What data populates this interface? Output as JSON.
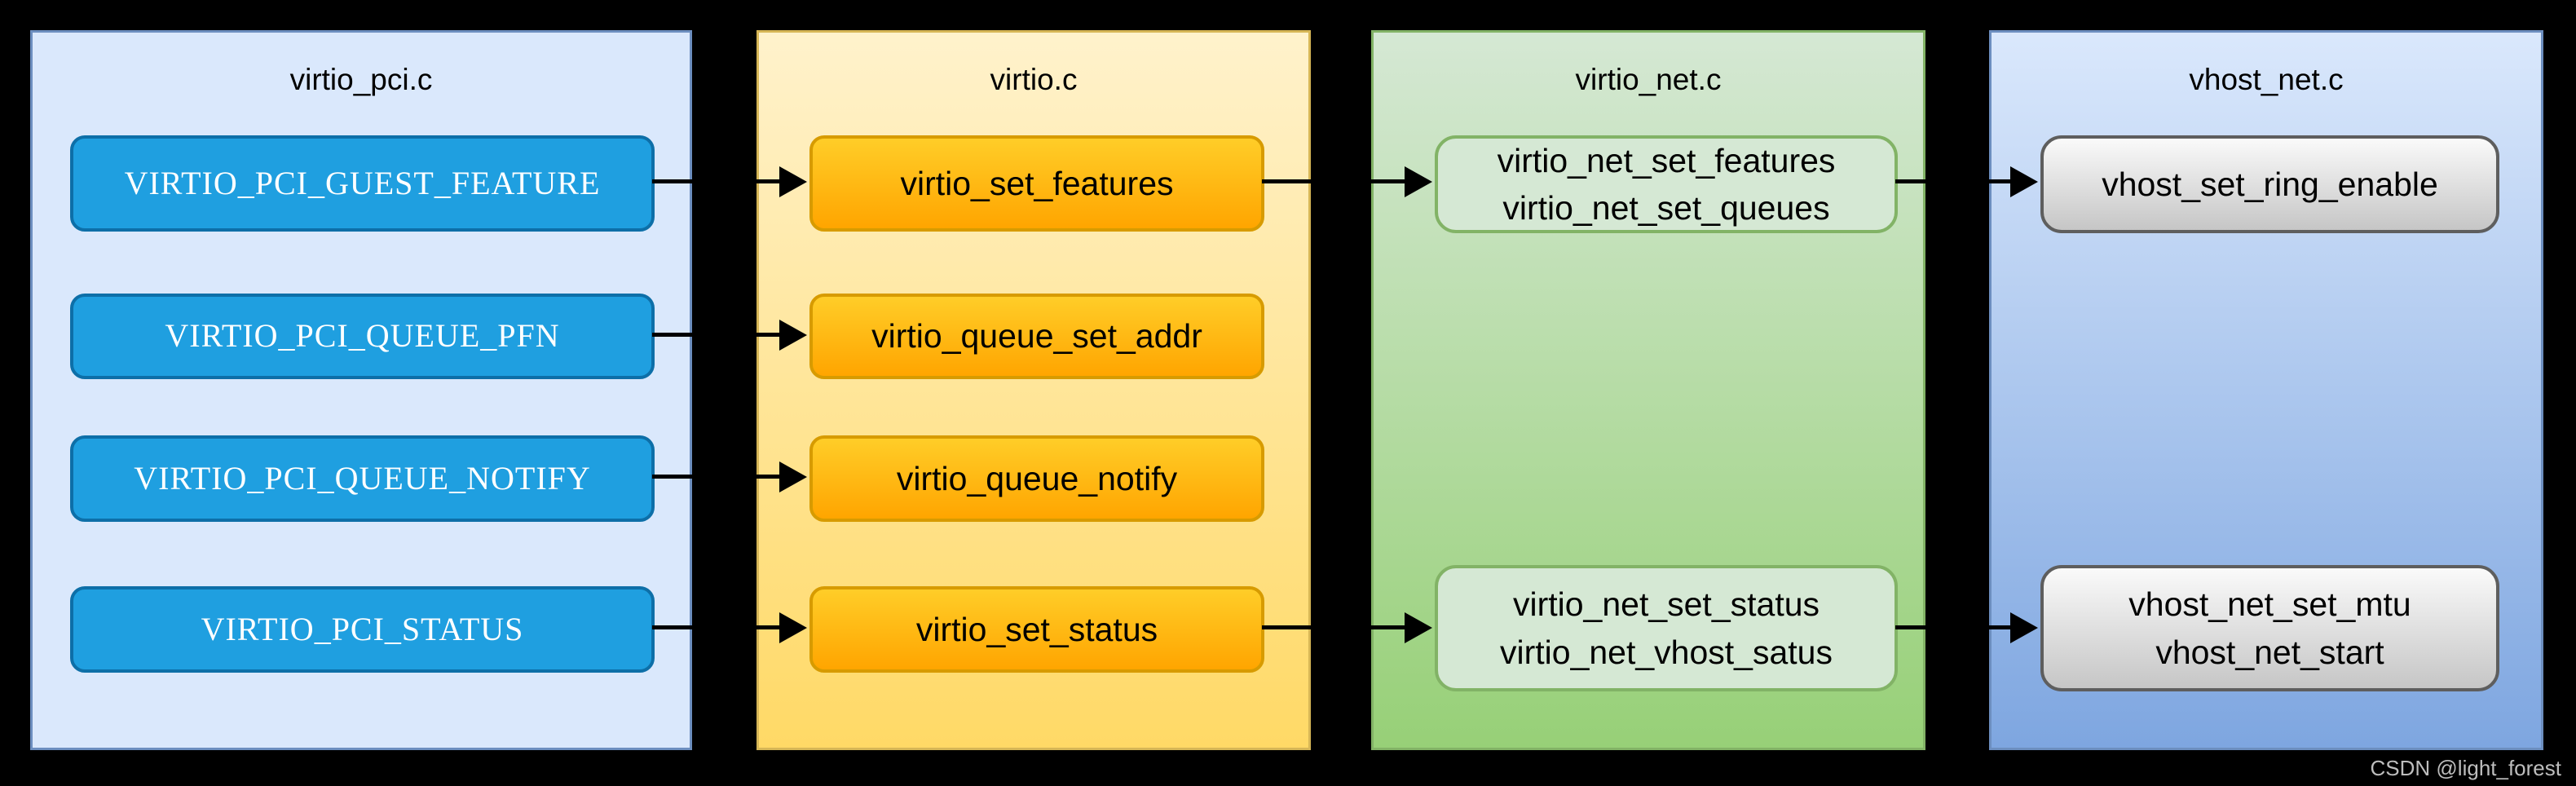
{
  "watermark": "CSDN @light_forest",
  "palette": {
    "canvas_bg": "#000000",
    "panel_blue_fill": "#dae8fc",
    "panel_blue_border": "#6c8ebf",
    "panel_yellow_fill_top": "#fff2cc",
    "panel_yellow_fill_bottom": "#ffd966",
    "panel_yellow_border": "#d6b656",
    "panel_green_fill_top": "#d5e8d4",
    "panel_green_fill_bottom": "#97d077",
    "panel_green_border": "#82b366",
    "panel_blue4_fill_bottom": "#7ea6e0",
    "node_blue_fill": "#1f9fe0",
    "node_blue_border": "#0d6fa8",
    "node_orange_fill_top": "#ffcd28",
    "node_orange_fill_bottom": "#ffa500",
    "node_orange_border": "#d79b00",
    "node_green_fill": "#d5e8d4",
    "node_green_border": "#82b366",
    "node_gray_border": "#5e5e5e",
    "arrow_color": "#000000"
  },
  "columns": [
    {
      "title": "virtio_pci.c",
      "boxes": [
        {
          "lines": [
            "VIRTIO_PCI_GUEST_FEATURE"
          ]
        },
        {
          "lines": [
            "VIRTIO_PCI_QUEUE_PFN"
          ]
        },
        {
          "lines": [
            "VIRTIO_PCI_QUEUE_NOTIFY"
          ]
        },
        {
          "lines": [
            "VIRTIO_PCI_STATUS"
          ]
        }
      ]
    },
    {
      "title": "virtio.c",
      "boxes": [
        {
          "lines": [
            "virtio_set_features"
          ]
        },
        {
          "lines": [
            "virtio_queue_set_addr"
          ]
        },
        {
          "lines": [
            "virtio_queue_notify"
          ]
        },
        {
          "lines": [
            "virtio_set_status"
          ]
        }
      ]
    },
    {
      "title": "virtio_net.c",
      "boxes": [
        {
          "lines": [
            "virtio_net_set_features",
            "virtio_net_set_queues"
          ]
        },
        {
          "lines": [
            "virtio_net_set_status",
            "virtio_net_vhost_satus"
          ]
        }
      ]
    },
    {
      "title": "vhost_net.c",
      "boxes": [
        {
          "lines": [
            "vhost_set_ring_enable"
          ]
        },
        {
          "lines": [
            "vhost_net_set_mtu",
            "vhost_net_start"
          ]
        }
      ]
    }
  ]
}
